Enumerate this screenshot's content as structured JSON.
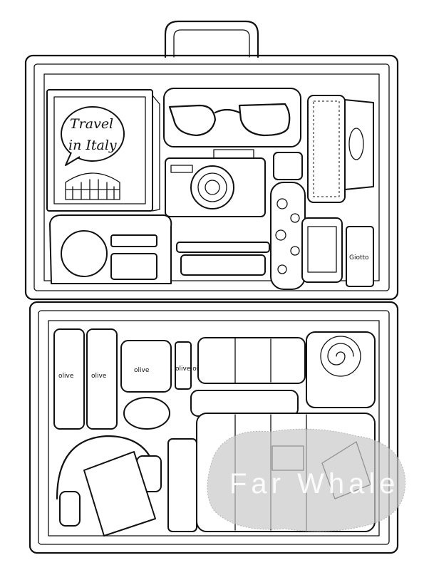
{
  "book": {
    "line1": "Travel",
    "line2": "in Italy"
  },
  "jars": {
    "olive_label": "olive",
    "oil_label": "olive oil"
  },
  "medicine": {
    "label": "Giotto"
  },
  "watermark": {
    "text": "Far Whale"
  }
}
